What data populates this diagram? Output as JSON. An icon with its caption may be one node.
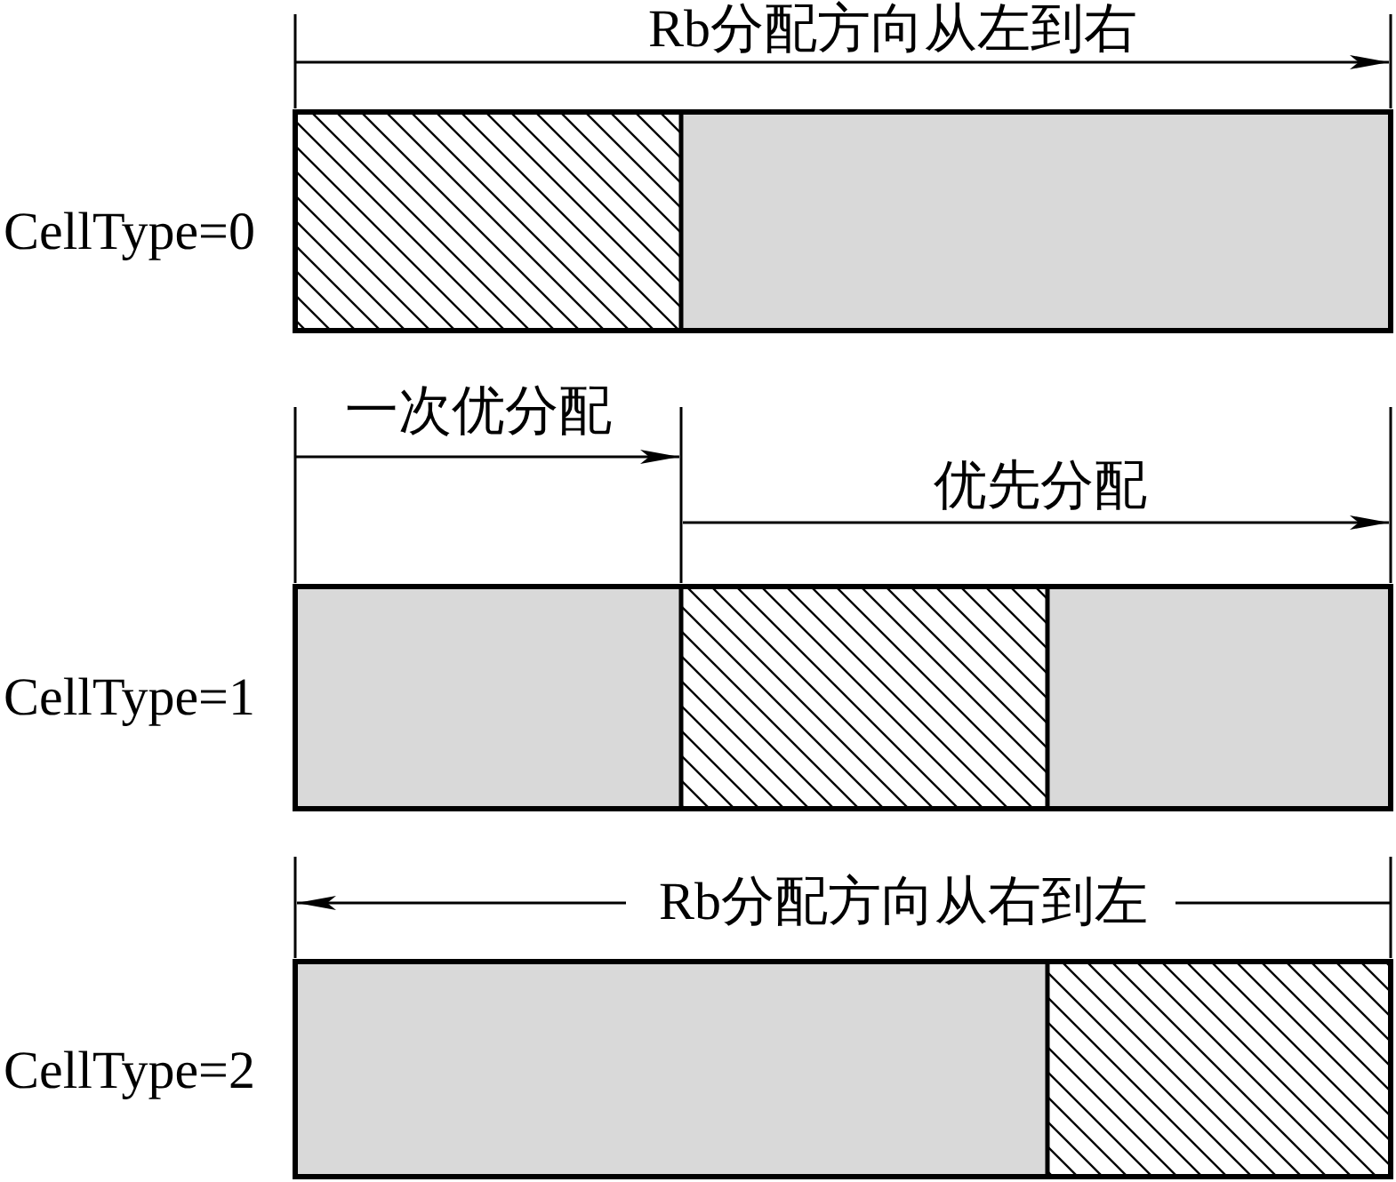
{
  "diagram": {
    "labels": [
      "Rb分配方向从左到右",
      "CellType=0",
      "一次优分配",
      "优先分配",
      "CellType=1",
      "Rb分配方向从右到左",
      "CellType=2"
    ]
  }
}
